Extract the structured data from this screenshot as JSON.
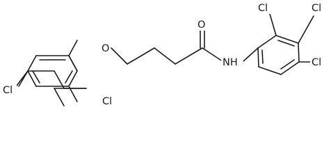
{
  "atoms": [
    {
      "label": "Cl"
    },
    {
      "label": "Cl"
    },
    {
      "label": "O"
    },
    {
      "label": "O"
    },
    {
      "label": "NH"
    },
    {
      "label": "Cl"
    },
    {
      "label": "Cl"
    },
    {
      "label": "Cl"
    }
  ]
}
